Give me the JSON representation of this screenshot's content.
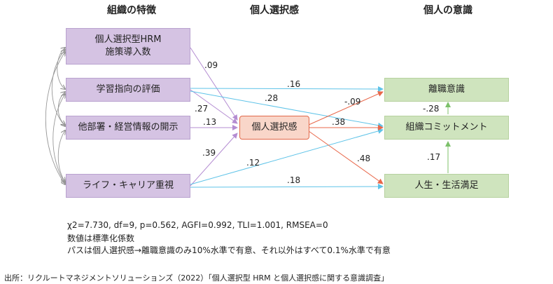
{
  "headers": {
    "left": "組織の特徴",
    "middle": "個人選択感",
    "right": "個人の意識"
  },
  "boxes": {
    "hrm": "個人選択型HRM\n施策導入数",
    "learning_eval": "学習指向の評価",
    "info_disclosure": "他部署・経営情報の開示",
    "life_career": "ライフ・キャリア重視",
    "choice": "個人選択感",
    "turnover": "離職意識",
    "commitment": "組織コミットメント",
    "life_satisfaction": "人生・生活満足"
  },
  "coefficients": {
    "hrm_choice": ".09",
    "learning_turnover": ".16",
    "learning_commit": ".28",
    "learning_choice": ".27",
    "info_choice": ".13",
    "life_choice": ".39",
    "life_commit": ".12",
    "life_satisfaction": ".18",
    "choice_turnover": "-.09",
    "choice_commit": ".38",
    "choice_satisfaction": ".48",
    "commit_turnover": "-.28",
    "satisfaction_commit": ".17"
  },
  "notes": {
    "fit": "χ2=7.730, df=9, p=0.562, AGFI=0.992, TLI=1.001, RMSEA=0",
    "standardized": "数値は標準化係数",
    "significance": "パスは個人選択感→離職意識のみ10%水準で有意、それ以外はすべて0.1%水準で有意"
  },
  "source": "出所：リクルートマネジメントソリューションズ（2022）「個人選択型 HRM と個人選択感に関する意識調査」",
  "colors": {
    "purple_arrow": "#b48cd2",
    "blue_arrow": "#5ec3e8",
    "red_arrow": "#e8674a",
    "green_arrow": "#7cc06a",
    "corr_line": "#888888"
  }
}
